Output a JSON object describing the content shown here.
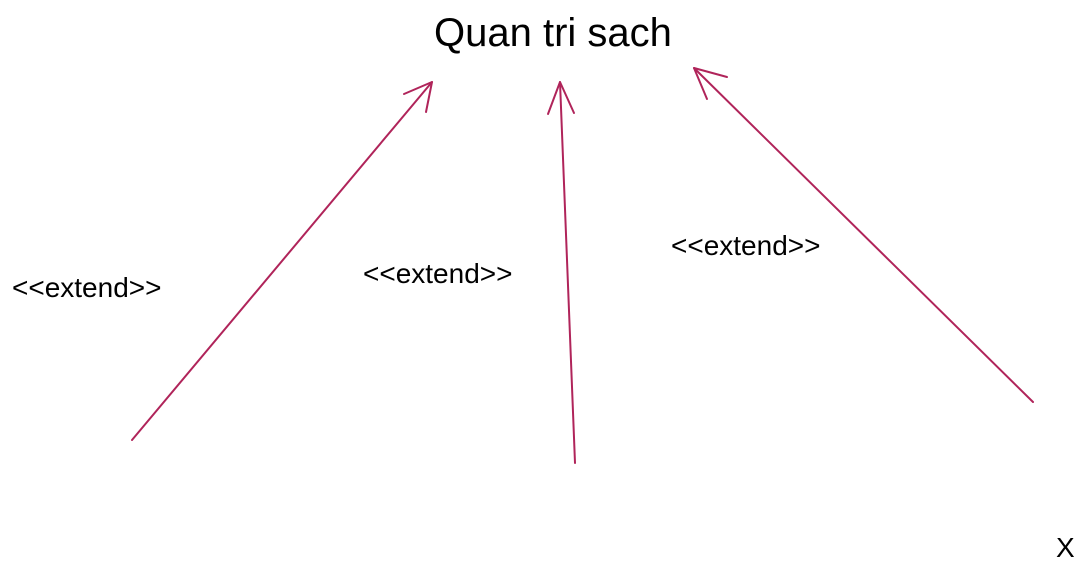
{
  "diagram": {
    "use_case": {
      "label": "Quan tri sach"
    },
    "relationships": [
      {
        "stereotype": "<<extend>>"
      },
      {
        "stereotype": "<<extend>>"
      },
      {
        "stereotype": "<<extend>>"
      }
    ],
    "corner_label": "X",
    "colors": {
      "arrow": "#b0245a",
      "text": "#000000",
      "background": "#ffffff"
    }
  }
}
